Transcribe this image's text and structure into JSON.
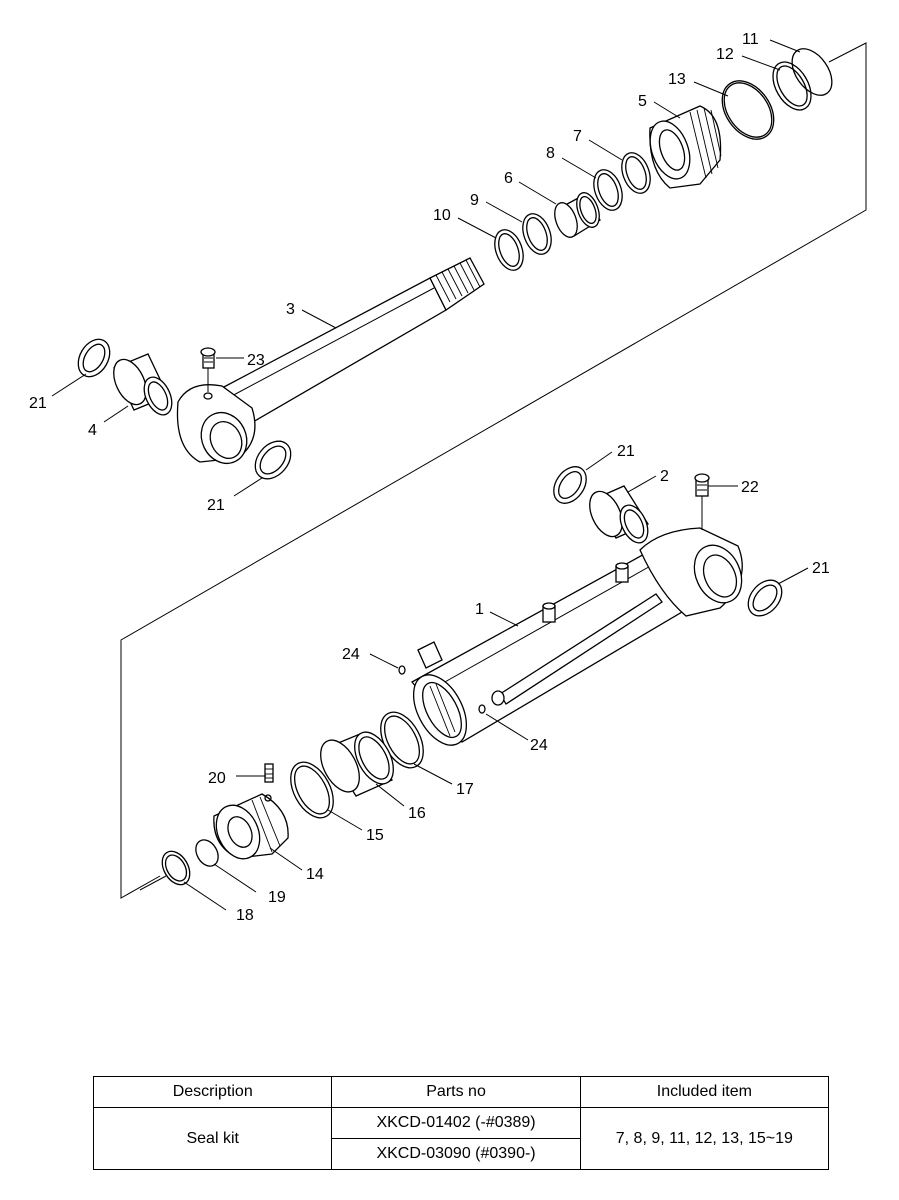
{
  "labels": {
    "l1": "1",
    "l2": "2",
    "l3": "3",
    "l4": "4",
    "l5": "5",
    "l6": "6",
    "l7": "7",
    "l8": "8",
    "l9": "9",
    "l10": "10",
    "l11": "11",
    "l12": "12",
    "l13": "13",
    "l14": "14",
    "l15": "15",
    "l16": "16",
    "l17": "17",
    "l18": "18",
    "l19": "19",
    "l20": "20",
    "l21": "21",
    "l22": "22",
    "l23": "23",
    "l24": "24"
  },
  "table": {
    "headers": [
      "Description",
      "Parts no",
      "Included item"
    ],
    "description": "Seal kit",
    "parts_no": [
      "XKCD-01402 (-#0389)",
      "XKCD-03090 (#0390-)"
    ],
    "included_item": "7, 8, 9, 11, 12, 13, 15~19"
  }
}
